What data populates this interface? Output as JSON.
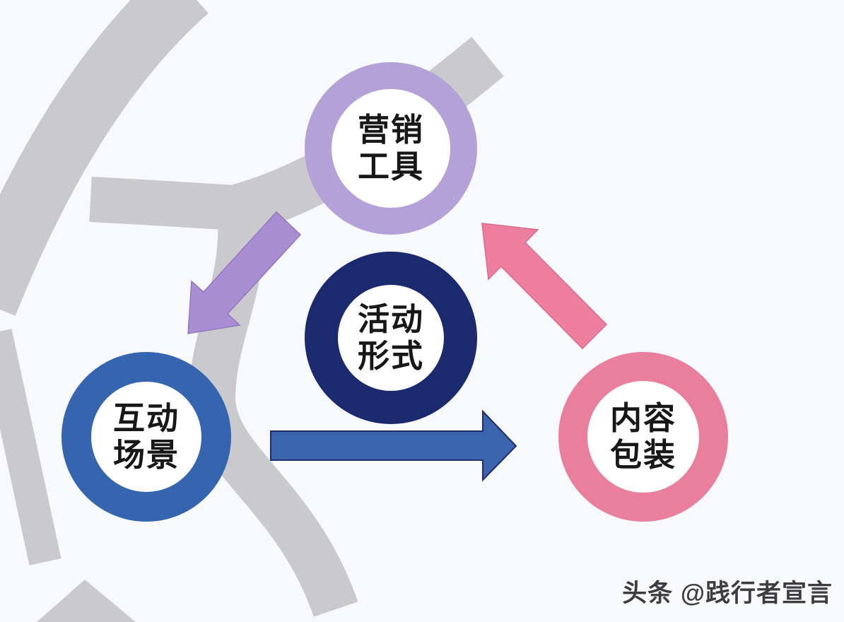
{
  "diagram": {
    "title_hint": "marketing-activity cycle diagram",
    "background_color": "#f8f9fc",
    "swoosh_color": "#c9c9ce",
    "nodes": [
      {
        "id": "marketing-tools",
        "label_line1": "营销",
        "label_line2": "工具",
        "ring_color": "#b3a1d8",
        "position": "top-center"
      },
      {
        "id": "activity-format",
        "label_line1": "活动",
        "label_line2": "形式",
        "ring_color": "#1b2a6e",
        "position": "center"
      },
      {
        "id": "interactive-scenes",
        "label_line1": "互动",
        "label_line2": "场景",
        "ring_color": "#3565ae",
        "position": "bottom-left"
      },
      {
        "id": "content-packaging",
        "label_line1": "内容",
        "label_line2": "包装",
        "ring_color": "#e97e9d",
        "position": "bottom-right"
      }
    ],
    "arrows": [
      {
        "id": "purple-arrow",
        "color": "#a88dd2",
        "direction": "down-left",
        "from": "marketing-tools",
        "to": "interactive-scenes"
      },
      {
        "id": "pink-arrow",
        "color": "#ee7e9e",
        "direction": "up-left",
        "from": "content-packaging",
        "to": "marketing-tools"
      },
      {
        "id": "blue-arrow",
        "color": "#3a64ae",
        "direction": "right",
        "from": "interactive-scenes",
        "to": "content-packaging"
      }
    ]
  },
  "watermark": {
    "text": "头条 @践行者宣言"
  }
}
